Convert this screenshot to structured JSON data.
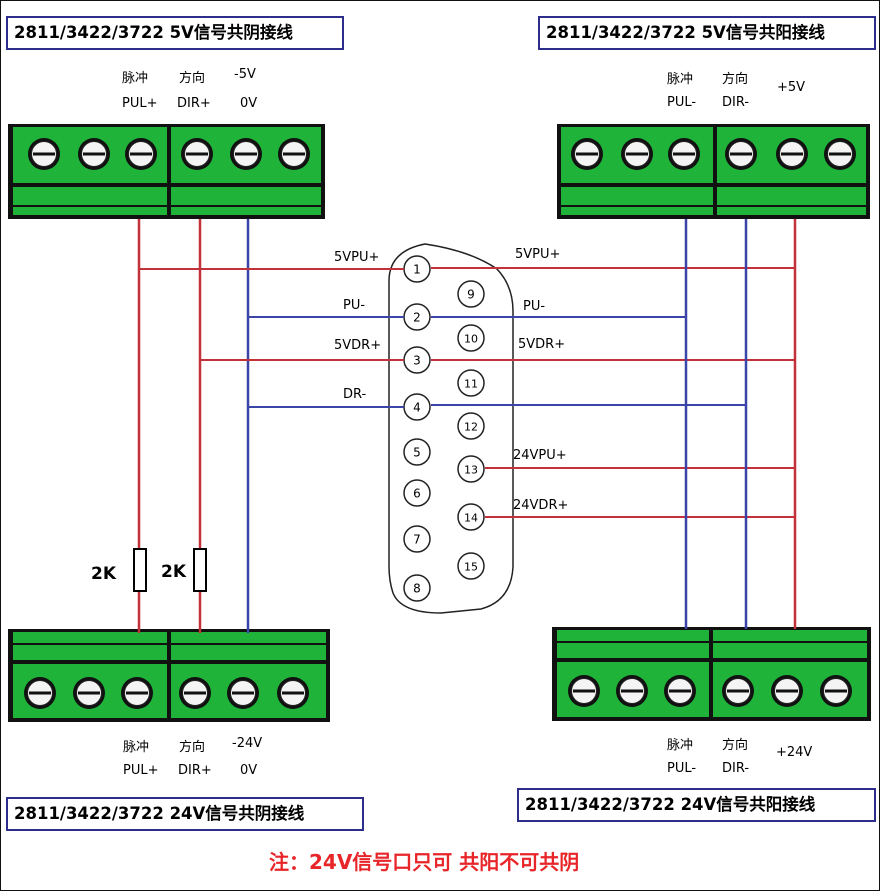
{
  "titles": {
    "top_left": "2811/3422/3722 5V信号共阴接线",
    "top_right": "2811/3422/3722 5V信号共阳接线",
    "bottom_left": "2811/3422/3722   24V信号共阴接线",
    "bottom_right": "2811/3422/3722   24V信号共阳接线"
  },
  "note": "注：24V信号口只可 共阳不可共阴",
  "top_left_terminal": {
    "pulse": "脉冲",
    "direction": "方向",
    "supply": "-5V",
    "pul": "PUL+",
    "dir": "DIR+",
    "ground": "0V"
  },
  "top_right_terminal": {
    "pulse": "脉冲",
    "direction": "方向",
    "pul": "PUL-",
    "dir": "DIR-",
    "supply": "+5V"
  },
  "bottom_left_terminal": {
    "pulse": "脉冲",
    "direction": "方向",
    "supply": "-24V",
    "pul": "PUL+",
    "dir": "DIR+",
    "ground": "0V"
  },
  "bottom_right_terminal": {
    "pulse": "脉冲",
    "direction": "方向",
    "pul": "PUL-",
    "dir": "DIR-",
    "supply": "+24V"
  },
  "resistors": [
    "2K",
    "2K"
  ],
  "pins": [
    "1",
    "2",
    "3",
    "4",
    "5",
    "6",
    "7",
    "8",
    "9",
    "10",
    "11",
    "12",
    "13",
    "14",
    "15"
  ],
  "signals_left": {
    "pin1": "5VPU+",
    "pin2": "PU-",
    "pin3": "5VDR+",
    "pin4": "DR-"
  },
  "signals_right": {
    "pin1": "5VPU+",
    "pin2": "PU-",
    "pin3": "5VDR+",
    "pin13": "24VPU+",
    "pin14": "24VDR+"
  },
  "colors": {
    "positive_wire": "#c3313b",
    "negative_wire": "#3b45a8",
    "terminal_green": "#1fb33a",
    "title_border": "#2d2e8c",
    "note": "#e8262a"
  }
}
